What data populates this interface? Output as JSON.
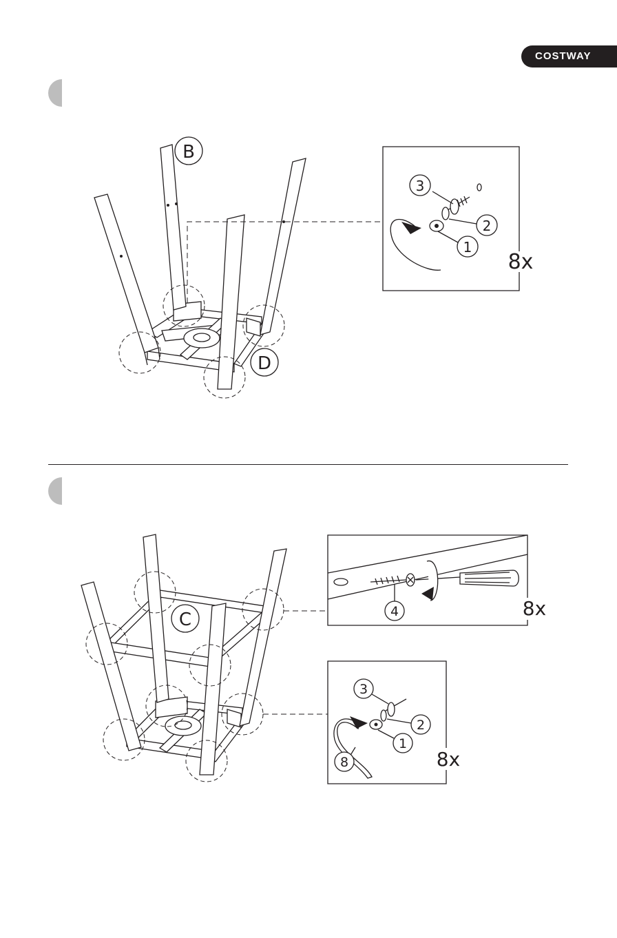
{
  "brand": {
    "name": "COSTWAY"
  },
  "step1": {
    "part_labels": [
      "B",
      "D"
    ],
    "detail": {
      "callouts": [
        "3",
        "2",
        "1"
      ],
      "quantity": "8x"
    }
  },
  "step2": {
    "part_labels": [
      "C"
    ],
    "detail_top": {
      "callouts": [
        "4"
      ],
      "quantity": "8x"
    },
    "detail_bottom": {
      "callouts": [
        "3",
        "2",
        "1",
        "8"
      ],
      "quantity": "8x"
    }
  }
}
